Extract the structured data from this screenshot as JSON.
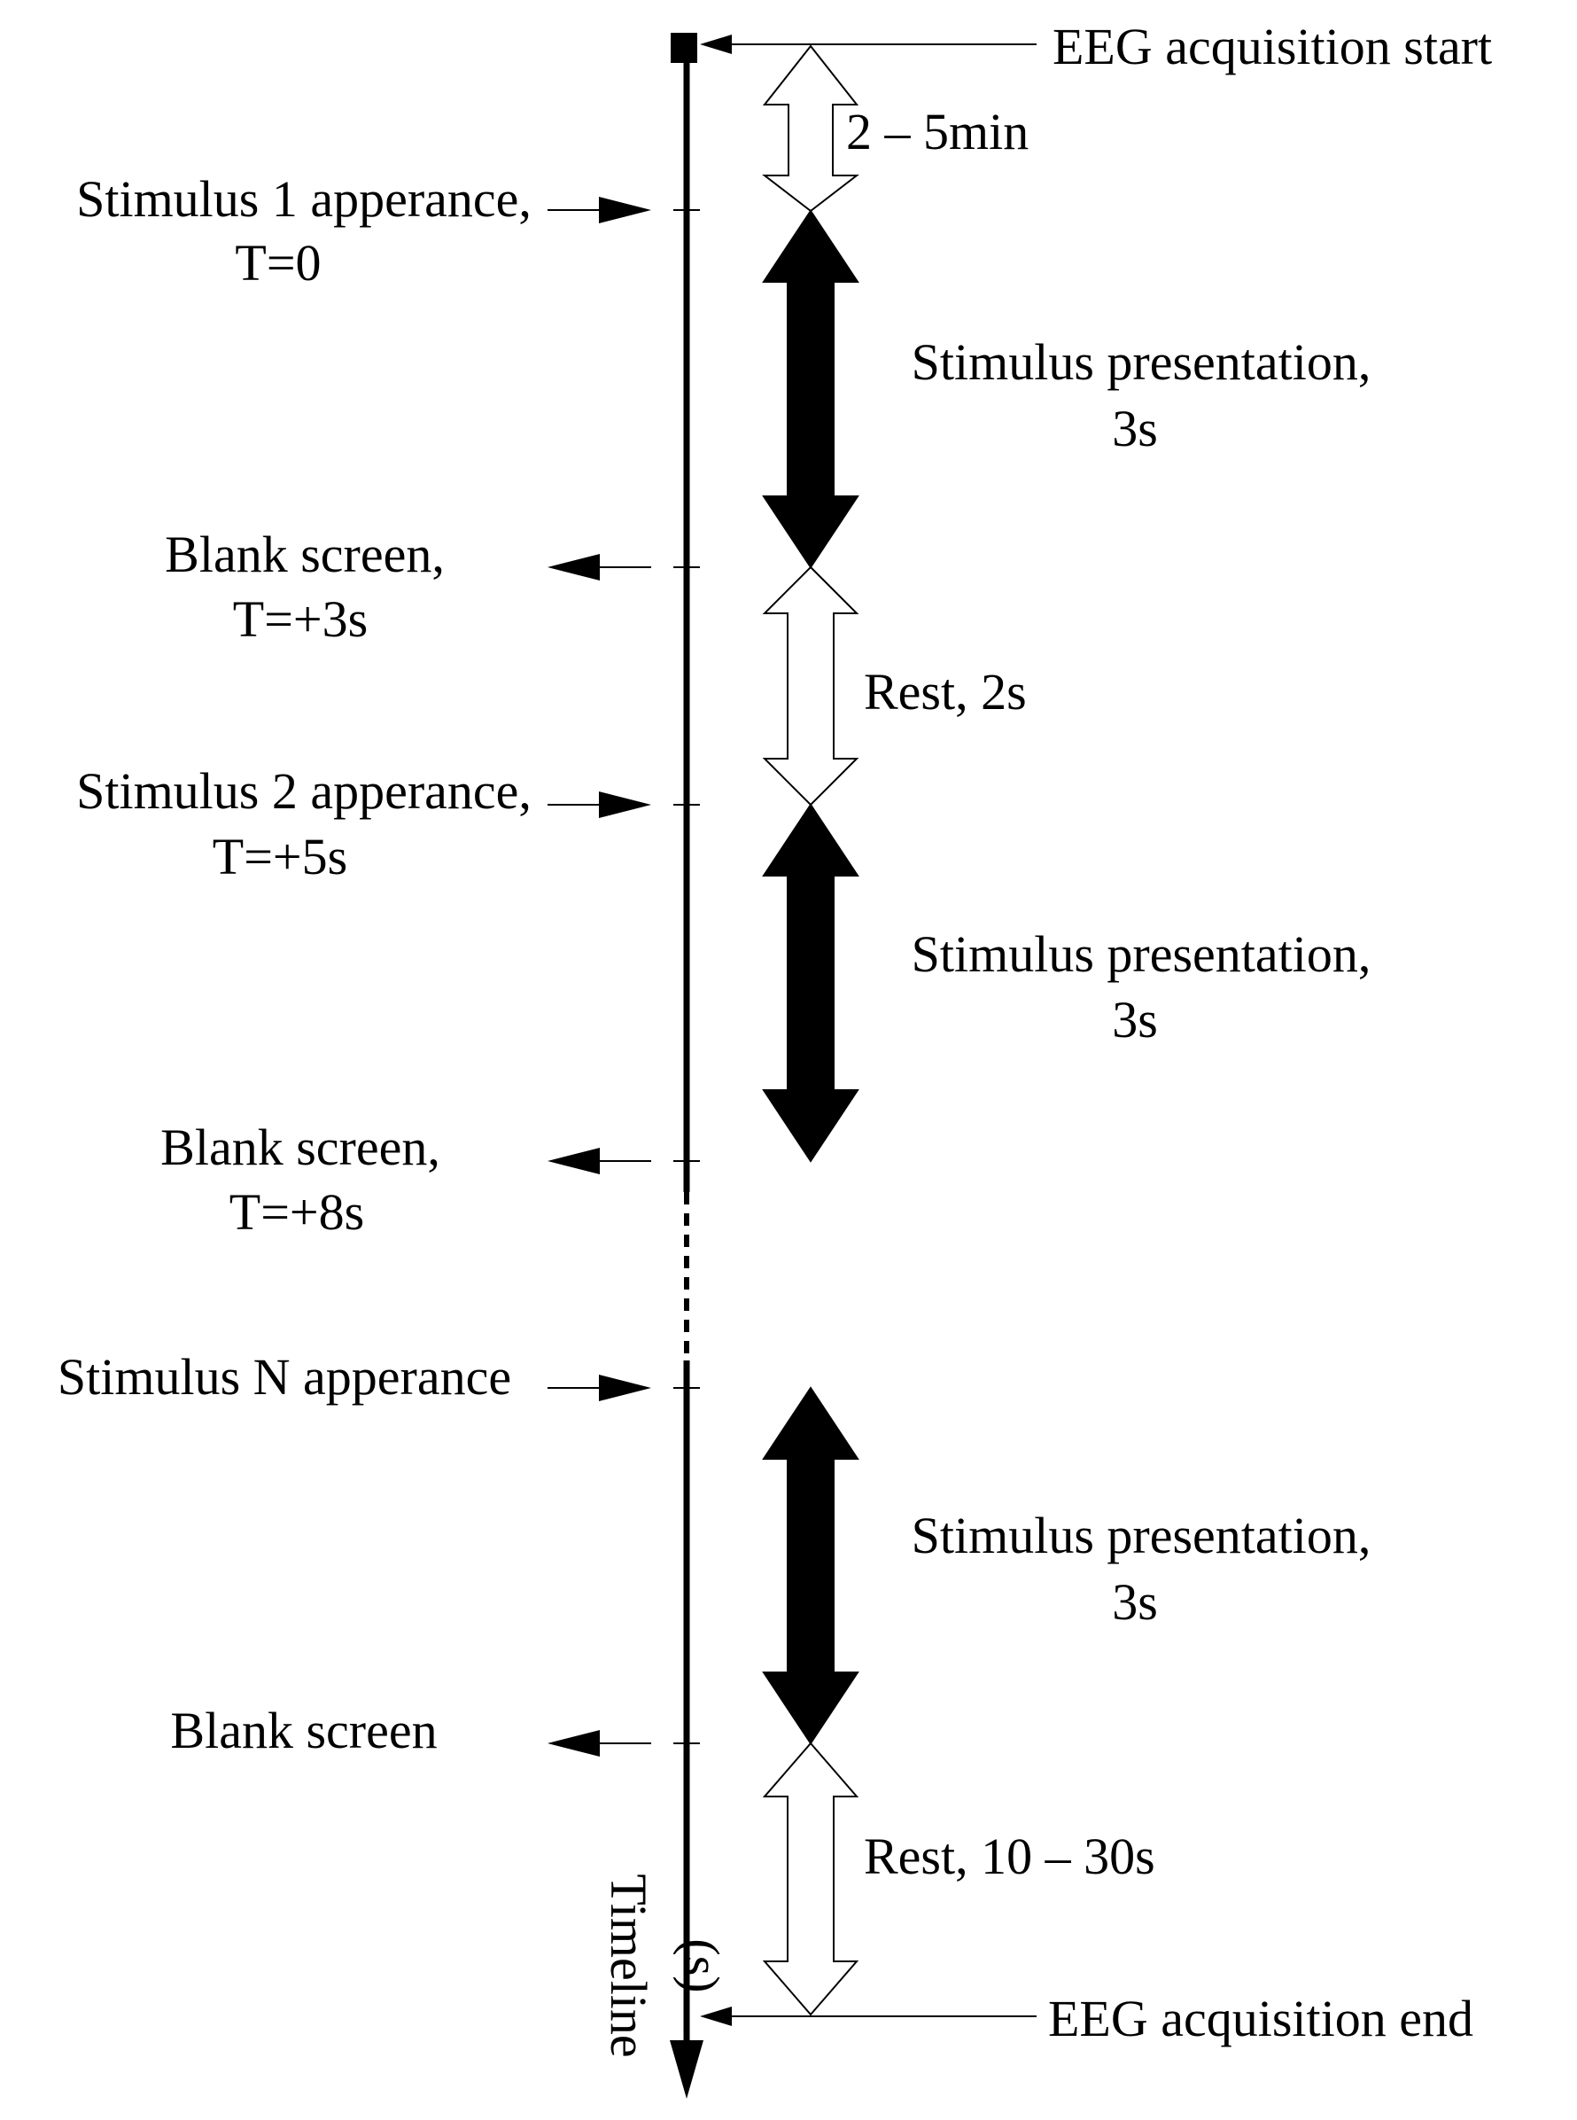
{
  "eeg": {
    "start_label": "EEG acquisition start",
    "end_label": "EEG acquisition end"
  },
  "axis": {
    "label_line1": "Timeline",
    "label_line2": "(s)"
  },
  "events": [
    {
      "line1": "Stimulus 1 apperance,",
      "line2": "T=0"
    },
    {
      "line1": "Blank screen,",
      "line2": "T=+3s"
    },
    {
      "line1": "Stimulus 2 apperance,",
      "line2": "T=+5s"
    },
    {
      "line1": "Blank screen,",
      "line2": "T=+8s"
    },
    {
      "line1": "Stimulus N apperance",
      "line2": ""
    },
    {
      "line1": "Blank screen",
      "line2": ""
    }
  ],
  "phases": [
    {
      "line1": "2 – 5min",
      "line2": "",
      "kind": "rest"
    },
    {
      "line1": "Stimulus presentation,",
      "line2": "3s",
      "kind": "stimulus"
    },
    {
      "line1": "Rest, 2s",
      "line2": "",
      "kind": "rest"
    },
    {
      "line1": "Stimulus presentation,",
      "line2": "3s",
      "kind": "stimulus"
    },
    {
      "line1": "Stimulus presentation,",
      "line2": "3s",
      "kind": "stimulus"
    },
    {
      "line1": "Rest, 10 – 30s",
      "line2": "",
      "kind": "rest"
    }
  ]
}
